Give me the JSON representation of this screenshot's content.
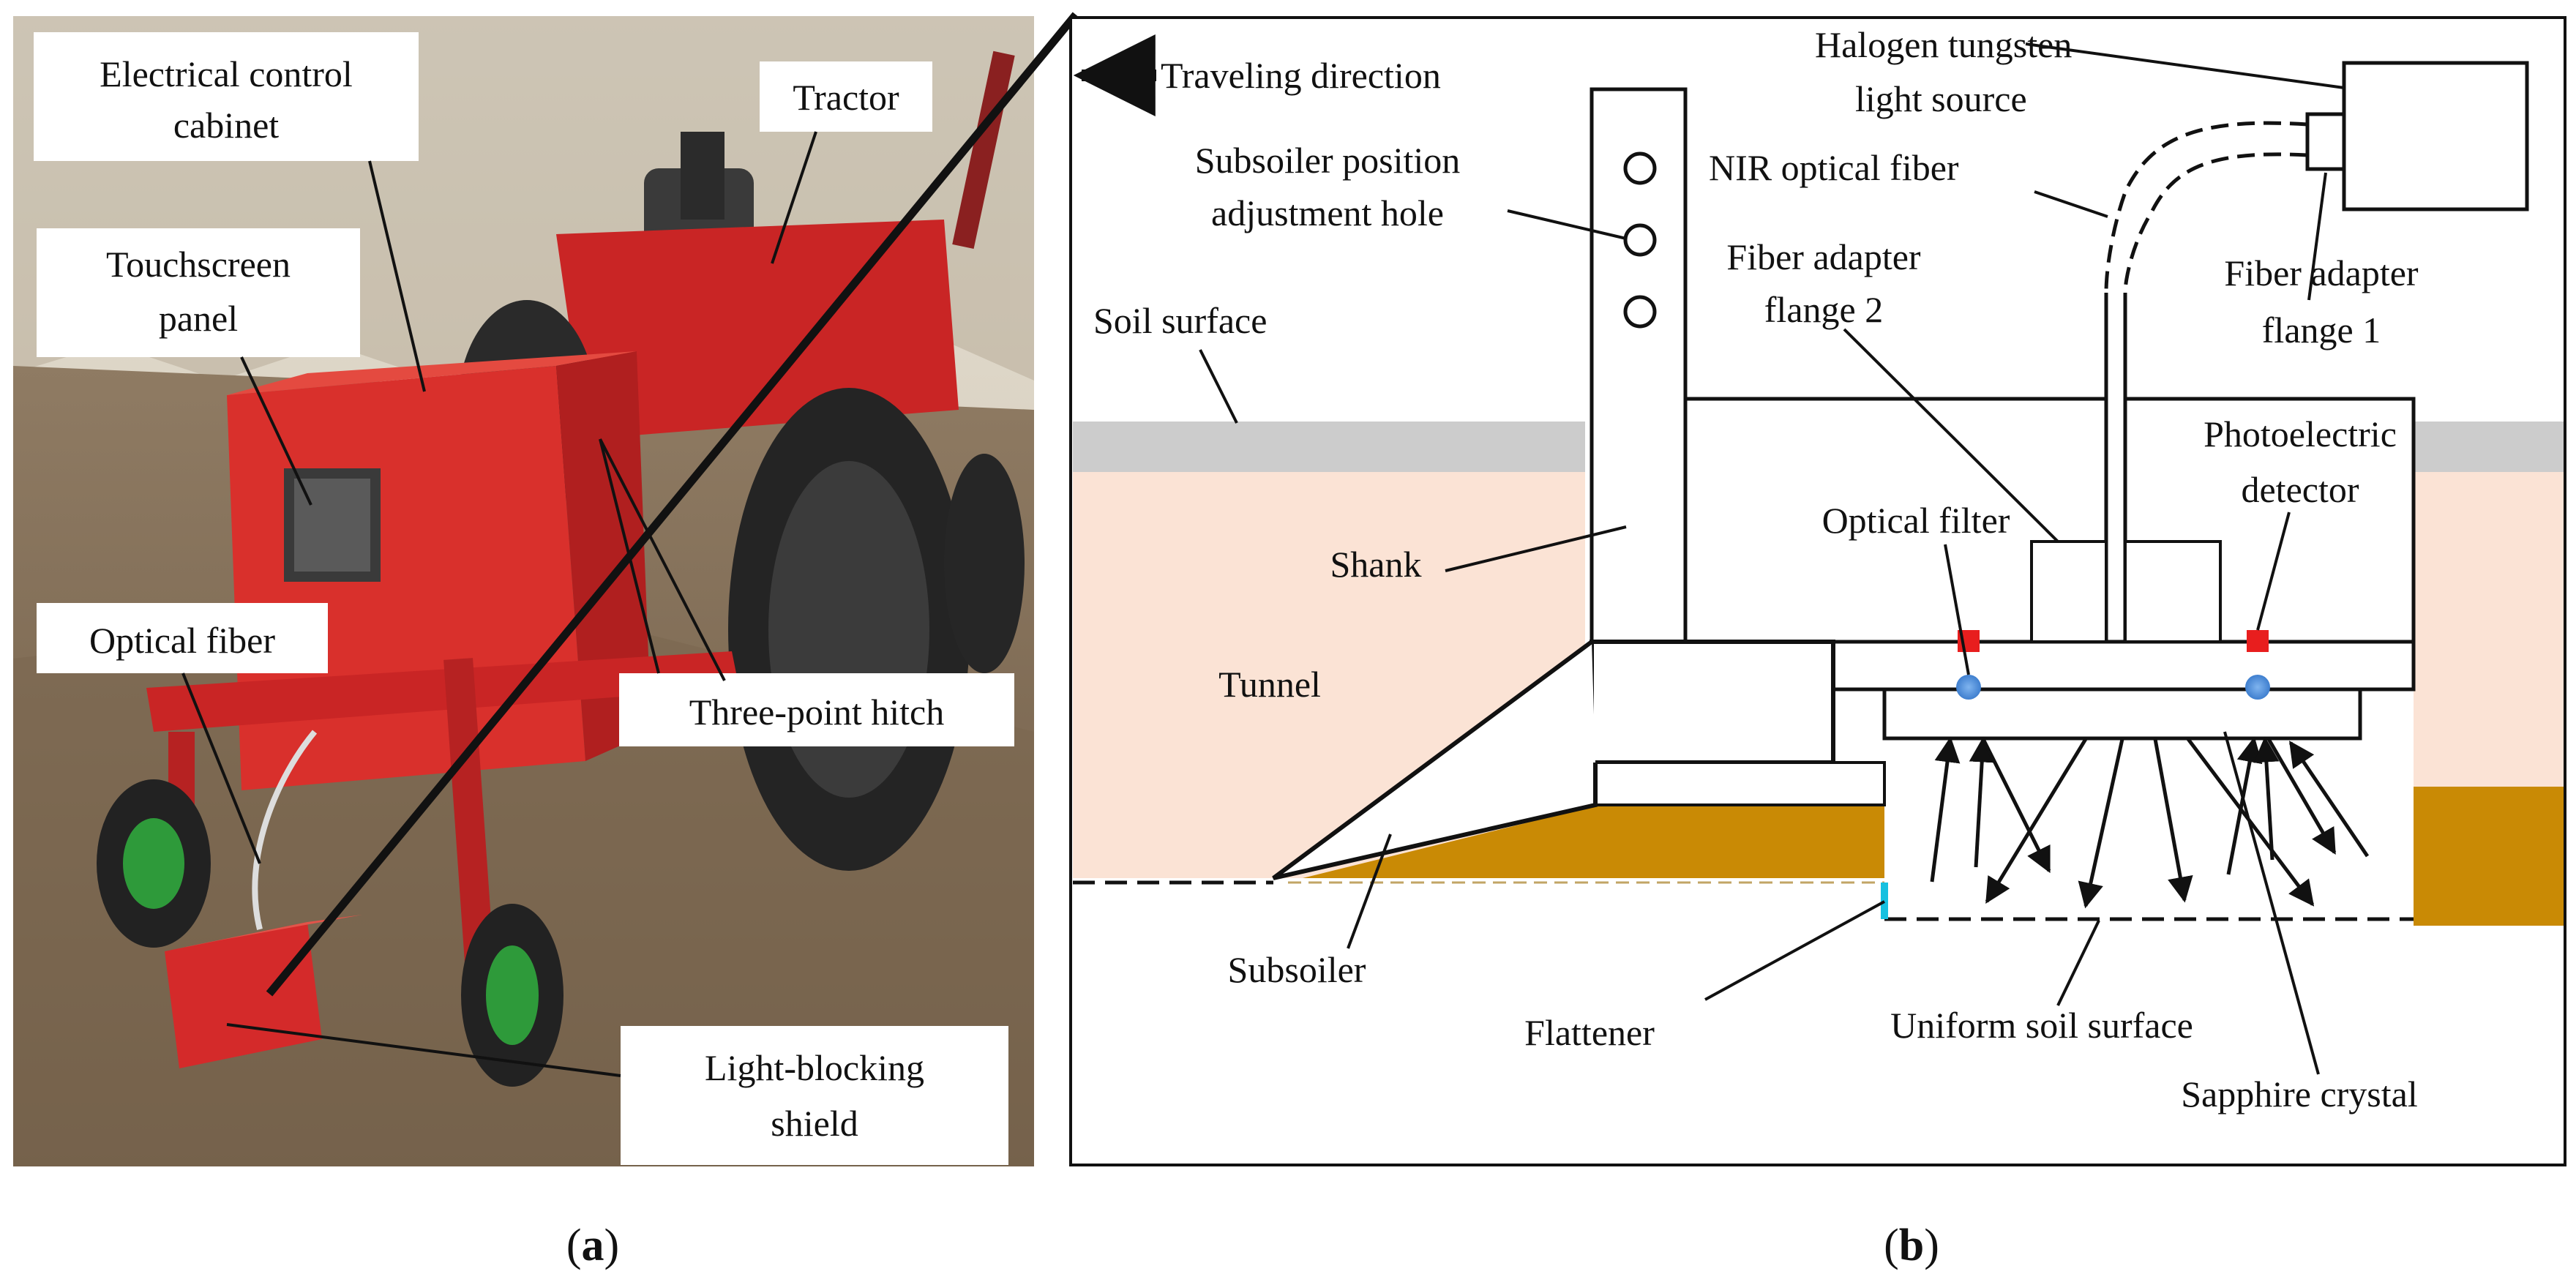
{
  "panel_a": {
    "caption": "(a)",
    "labels": {
      "electrical_control_cabinet": [
        "Electrical control",
        "cabinet"
      ],
      "tractor": "Tractor",
      "touchscreen_panel": [
        "Touchscreen",
        "panel"
      ],
      "optical_fiber": "Optical fiber",
      "three_point_hitch": "Three-point hitch",
      "light_blocking_shield": [
        "Light-blocking",
        "shield"
      ]
    },
    "photo_colors": {
      "sky": "#d8d2c6",
      "soil": "#7a6650",
      "machine_red": "#d42a2a",
      "wheel_green": "#2e9a3a",
      "tire": "#2a2a2a"
    }
  },
  "panel_b": {
    "caption": "(b)",
    "labels": {
      "traveling_direction": "Traveling direction",
      "halogen_source": [
        "Halogen tungsten",
        "light source"
      ],
      "subsoiler_hole": [
        "Subsoiler position",
        "adjustment hole"
      ],
      "nir_fiber": "NIR optical fiber",
      "fiber_flange_2": [
        "Fiber adapter",
        "flange 2"
      ],
      "fiber_flange_1": [
        "Fiber adapter",
        "flange 1"
      ],
      "soil_surface": "Soil surface",
      "photoelectric_detector": [
        "Photoelectric",
        "detector"
      ],
      "optical_filter": "Optical filter",
      "shank": "Shank",
      "tunnel": "Tunnel",
      "subsoiler": "Subsoiler",
      "flattener": "Flattener",
      "uniform_soil_surface": "Uniform soil surface",
      "sapphire_crystal": "Sapphire crystal"
    },
    "colors": {
      "soil_layer": "#fbe3d5",
      "soil_surface_band": "#cccccc",
      "compacted_soil": "#c98a05",
      "filter_red": "#e81e1e",
      "detector_blue": "#5b9be0",
      "flattener_cyan": "#16c0e0"
    }
  }
}
